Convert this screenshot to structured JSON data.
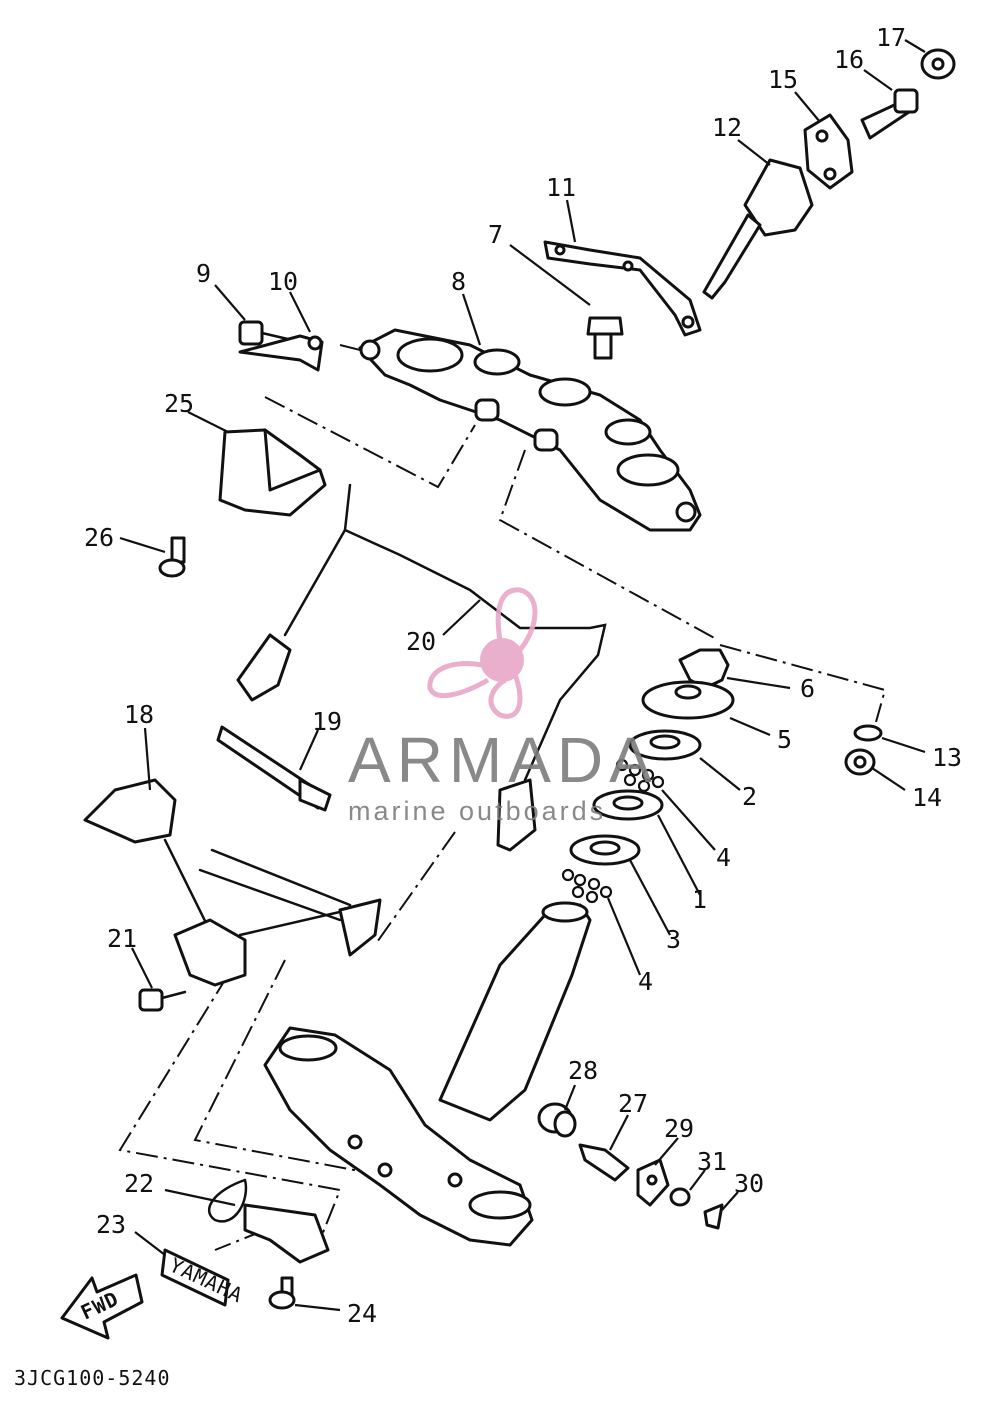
{
  "diagram": {
    "code": "3JCG100-5240",
    "fwd_label": "FWD",
    "emblem_text": "YAMAHA",
    "callouts": [
      {
        "id": "c1",
        "label": "1"
      },
      {
        "id": "c2",
        "label": "2"
      },
      {
        "id": "c3",
        "label": "3"
      },
      {
        "id": "c4a",
        "label": "4"
      },
      {
        "id": "c4b",
        "label": "4"
      },
      {
        "id": "c5",
        "label": "5"
      },
      {
        "id": "c6",
        "label": "6"
      },
      {
        "id": "c7",
        "label": "7"
      },
      {
        "id": "c8",
        "label": "8"
      },
      {
        "id": "c9",
        "label": "9"
      },
      {
        "id": "c10",
        "label": "10"
      },
      {
        "id": "c11",
        "label": "11"
      },
      {
        "id": "c12",
        "label": "12"
      },
      {
        "id": "c13",
        "label": "13"
      },
      {
        "id": "c14",
        "label": "14"
      },
      {
        "id": "c15",
        "label": "15"
      },
      {
        "id": "c16",
        "label": "16"
      },
      {
        "id": "c17",
        "label": "17"
      },
      {
        "id": "c18",
        "label": "18"
      },
      {
        "id": "c19",
        "label": "19"
      },
      {
        "id": "c20",
        "label": "20"
      },
      {
        "id": "c21",
        "label": "21"
      },
      {
        "id": "c22",
        "label": "22"
      },
      {
        "id": "c23",
        "label": "23"
      },
      {
        "id": "c24",
        "label": "24"
      },
      {
        "id": "c25",
        "label": "25"
      },
      {
        "id": "c26",
        "label": "26"
      },
      {
        "id": "c27",
        "label": "27"
      },
      {
        "id": "c28",
        "label": "28"
      },
      {
        "id": "c29",
        "label": "29"
      },
      {
        "id": "c30",
        "label": "30"
      },
      {
        "id": "c31",
        "label": "31"
      }
    ]
  },
  "watermark": {
    "brand": "ARMADA",
    "tagline": "marine outboards",
    "logo_color": "#e8a7c8",
    "text_color": "#7d7d7d"
  }
}
